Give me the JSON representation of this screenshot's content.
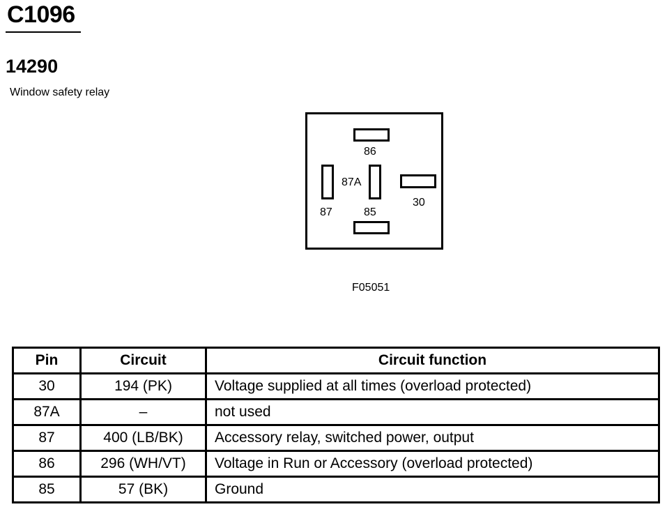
{
  "header": {
    "connector_id": "C1096",
    "part_number": "14290",
    "description": "Window safety relay"
  },
  "diagram": {
    "figure_id": "F05051",
    "terminals": {
      "t86": "86",
      "t87A": "87A",
      "t87": "87",
      "t85": "85",
      "t30": "30"
    }
  },
  "table": {
    "headers": [
      "Pin",
      "Circuit",
      "Circuit function"
    ],
    "rows": [
      {
        "pin": "30",
        "circuit": "194 (PK)",
        "function": "Voltage supplied at all times (overload protected)"
      },
      {
        "pin": "87A",
        "circuit": "–",
        "function": "not used"
      },
      {
        "pin": "87",
        "circuit": "400 (LB/BK)",
        "function": "Accessory relay, switched power, output"
      },
      {
        "pin": "86",
        "circuit": "296 (WH/VT)",
        "function": "Voltage in Run or Accessory (overload protected)"
      },
      {
        "pin": "85",
        "circuit": "57 (BK)",
        "function": "Ground"
      }
    ]
  }
}
